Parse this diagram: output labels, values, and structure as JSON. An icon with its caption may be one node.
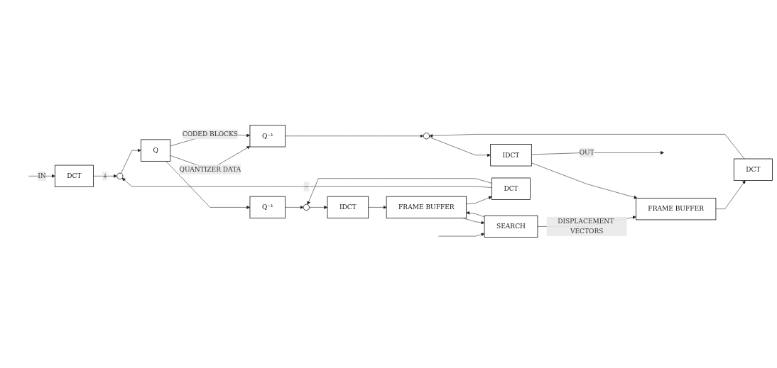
{
  "diagram": {
    "nodes": [
      {
        "text": [
          "DCT"
        ]
      },
      {
        "text": [],
        "shape": "circle"
      },
      {
        "text": [
          "Q"
        ]
      },
      {
        "text": [
          "Q⁻¹"
        ]
      },
      {
        "text": [],
        "shape": "circle"
      },
      {
        "text": [
          "IDCT"
        ]
      },
      {
        "text": [
          "Q⁻¹"
        ]
      },
      {
        "text": [],
        "shape": "circle"
      },
      {
        "text": [
          "SEARCH"
        ]
      },
      {
        "text": [
          "DCT"
        ]
      },
      {
        "text": [
          "IDCT"
        ]
      },
      {
        "text": [
          "FRAME BUFFER"
        ]
      },
      {
        "text": [
          "DCT"
        ]
      },
      {
        "text": [
          "FRAME BUFFER"
        ]
      }
    ],
    "edges": [
      {
        "from": null,
        "to": 0,
        "arrow": "to",
        "label": "IN"
      },
      {
        "from": 0,
        "to": 1,
        "arrow": "to",
        "label": "+"
      },
      {
        "from": 1,
        "to": 2,
        "arrow": "to"
      },
      {
        "from": 2,
        "to": 3,
        "arrow": "to",
        "label": "QUANTIZER DATA"
      },
      {
        "from": 2,
        "to": 3,
        "arrow": "to",
        "label": "CODED BLOCKS"
      },
      {
        "from": 3,
        "to": 4,
        "arrow": "to"
      },
      {
        "from": 4,
        "to": 5,
        "arrow": "to"
      },
      {
        "from": 5,
        "to": null,
        "arrow": "to",
        "label": "OUT"
      },
      {
        "from": 2,
        "to": 6,
        "arrow": "to"
      },
      {
        "from": 6,
        "to": 7,
        "arrow": "to"
      },
      {
        "from": 7,
        "to": 10,
        "arrow": "to"
      },
      {
        "from": 10,
        "to": 11,
        "arrow": "to"
      },
      {
        "from": 11,
        "to": 9,
        "arrow": "to"
      },
      {
        "from": 9,
        "to": 1,
        "arrow": "to",
        "label": "−"
      },
      {
        "from": 9,
        "to": 7,
        "arrow": "to"
      },
      {
        "from": null,
        "to": 8,
        "arrow": "to"
      },
      {
        "from": 11,
        "to": 8,
        "arrow": "to"
      },
      {
        "from": 8,
        "to": 11,
        "arrow": "to"
      },
      {
        "from": 8,
        "to": 13,
        "arrow": "to",
        "label": "DISPLACEMENT VECTORS"
      },
      {
        "from": 5,
        "to": 13,
        "arrow": "to"
      },
      {
        "from": 13,
        "to": 12,
        "arrow": "to"
      },
      {
        "from": 12,
        "to": 4,
        "arrow": "to"
      }
    ]
  }
}
